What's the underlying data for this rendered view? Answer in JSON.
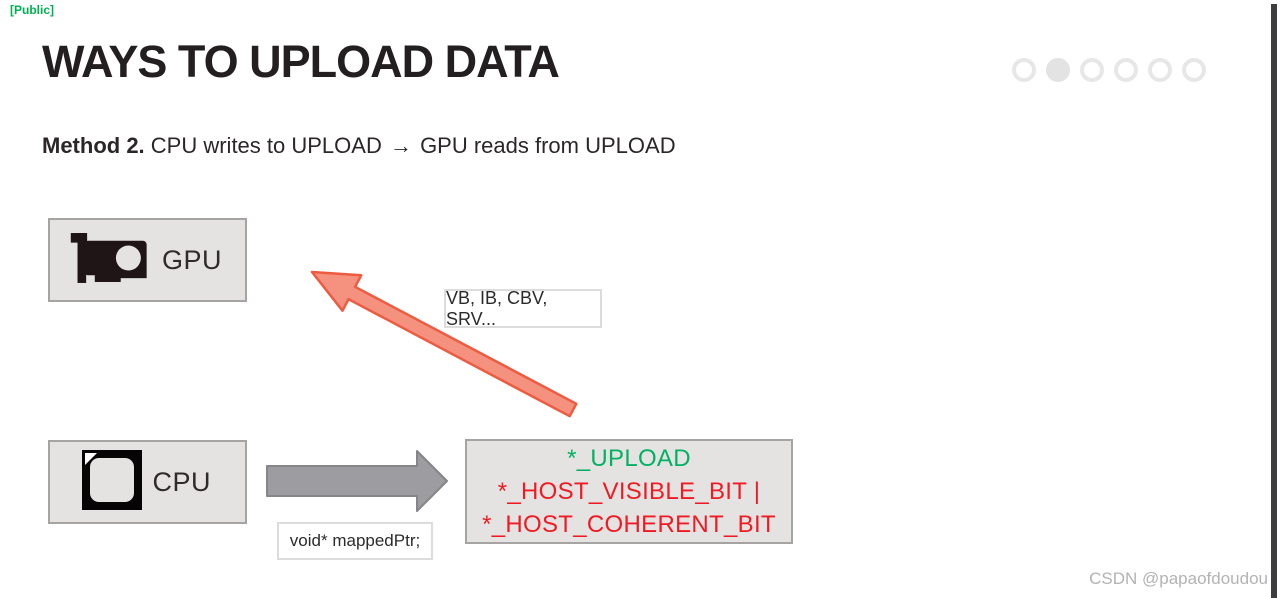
{
  "meta": {
    "classification_label": "[Public]"
  },
  "header": {
    "title": "WAYS TO UPLOAD DATA"
  },
  "pagination": {
    "total": 6,
    "active_index": 1
  },
  "subtitle": {
    "method": "Method 2.",
    "before_arrow": " CPU writes to UPLOAD ",
    "arrow": "→",
    "after_arrow": " GPU reads from UPLOAD"
  },
  "diagram": {
    "gpu": {
      "label": "GPU",
      "icon": "gpu-card-icon"
    },
    "cpu": {
      "label": "CPU",
      "icon": "cpu-chip-icon"
    },
    "vb_label": "VB, IB, CBV, SRV...",
    "upload_box": {
      "line1": "*_UPLOAD",
      "line2": "*_HOST_VISIBLE_BIT |",
      "line3": "*_HOST_COHERENT_BIT"
    },
    "mapped_ptr_label": "void* mappedPtr;",
    "colors": {
      "public_green": "#00b050",
      "upload_green": "#00b262",
      "host_bits_red": "#ef1a23",
      "red_arrow_fill": "#f4917f",
      "red_arrow_stroke": "#ed5b41",
      "gray_arrow_fill": "#9d9da1",
      "gray_arrow_stroke": "#85858a",
      "box_fill": "#e4e3e1",
      "box_border": "#a6a4a2",
      "title_color": "#231f20"
    }
  },
  "watermark": "CSDN @papaofdoudou"
}
